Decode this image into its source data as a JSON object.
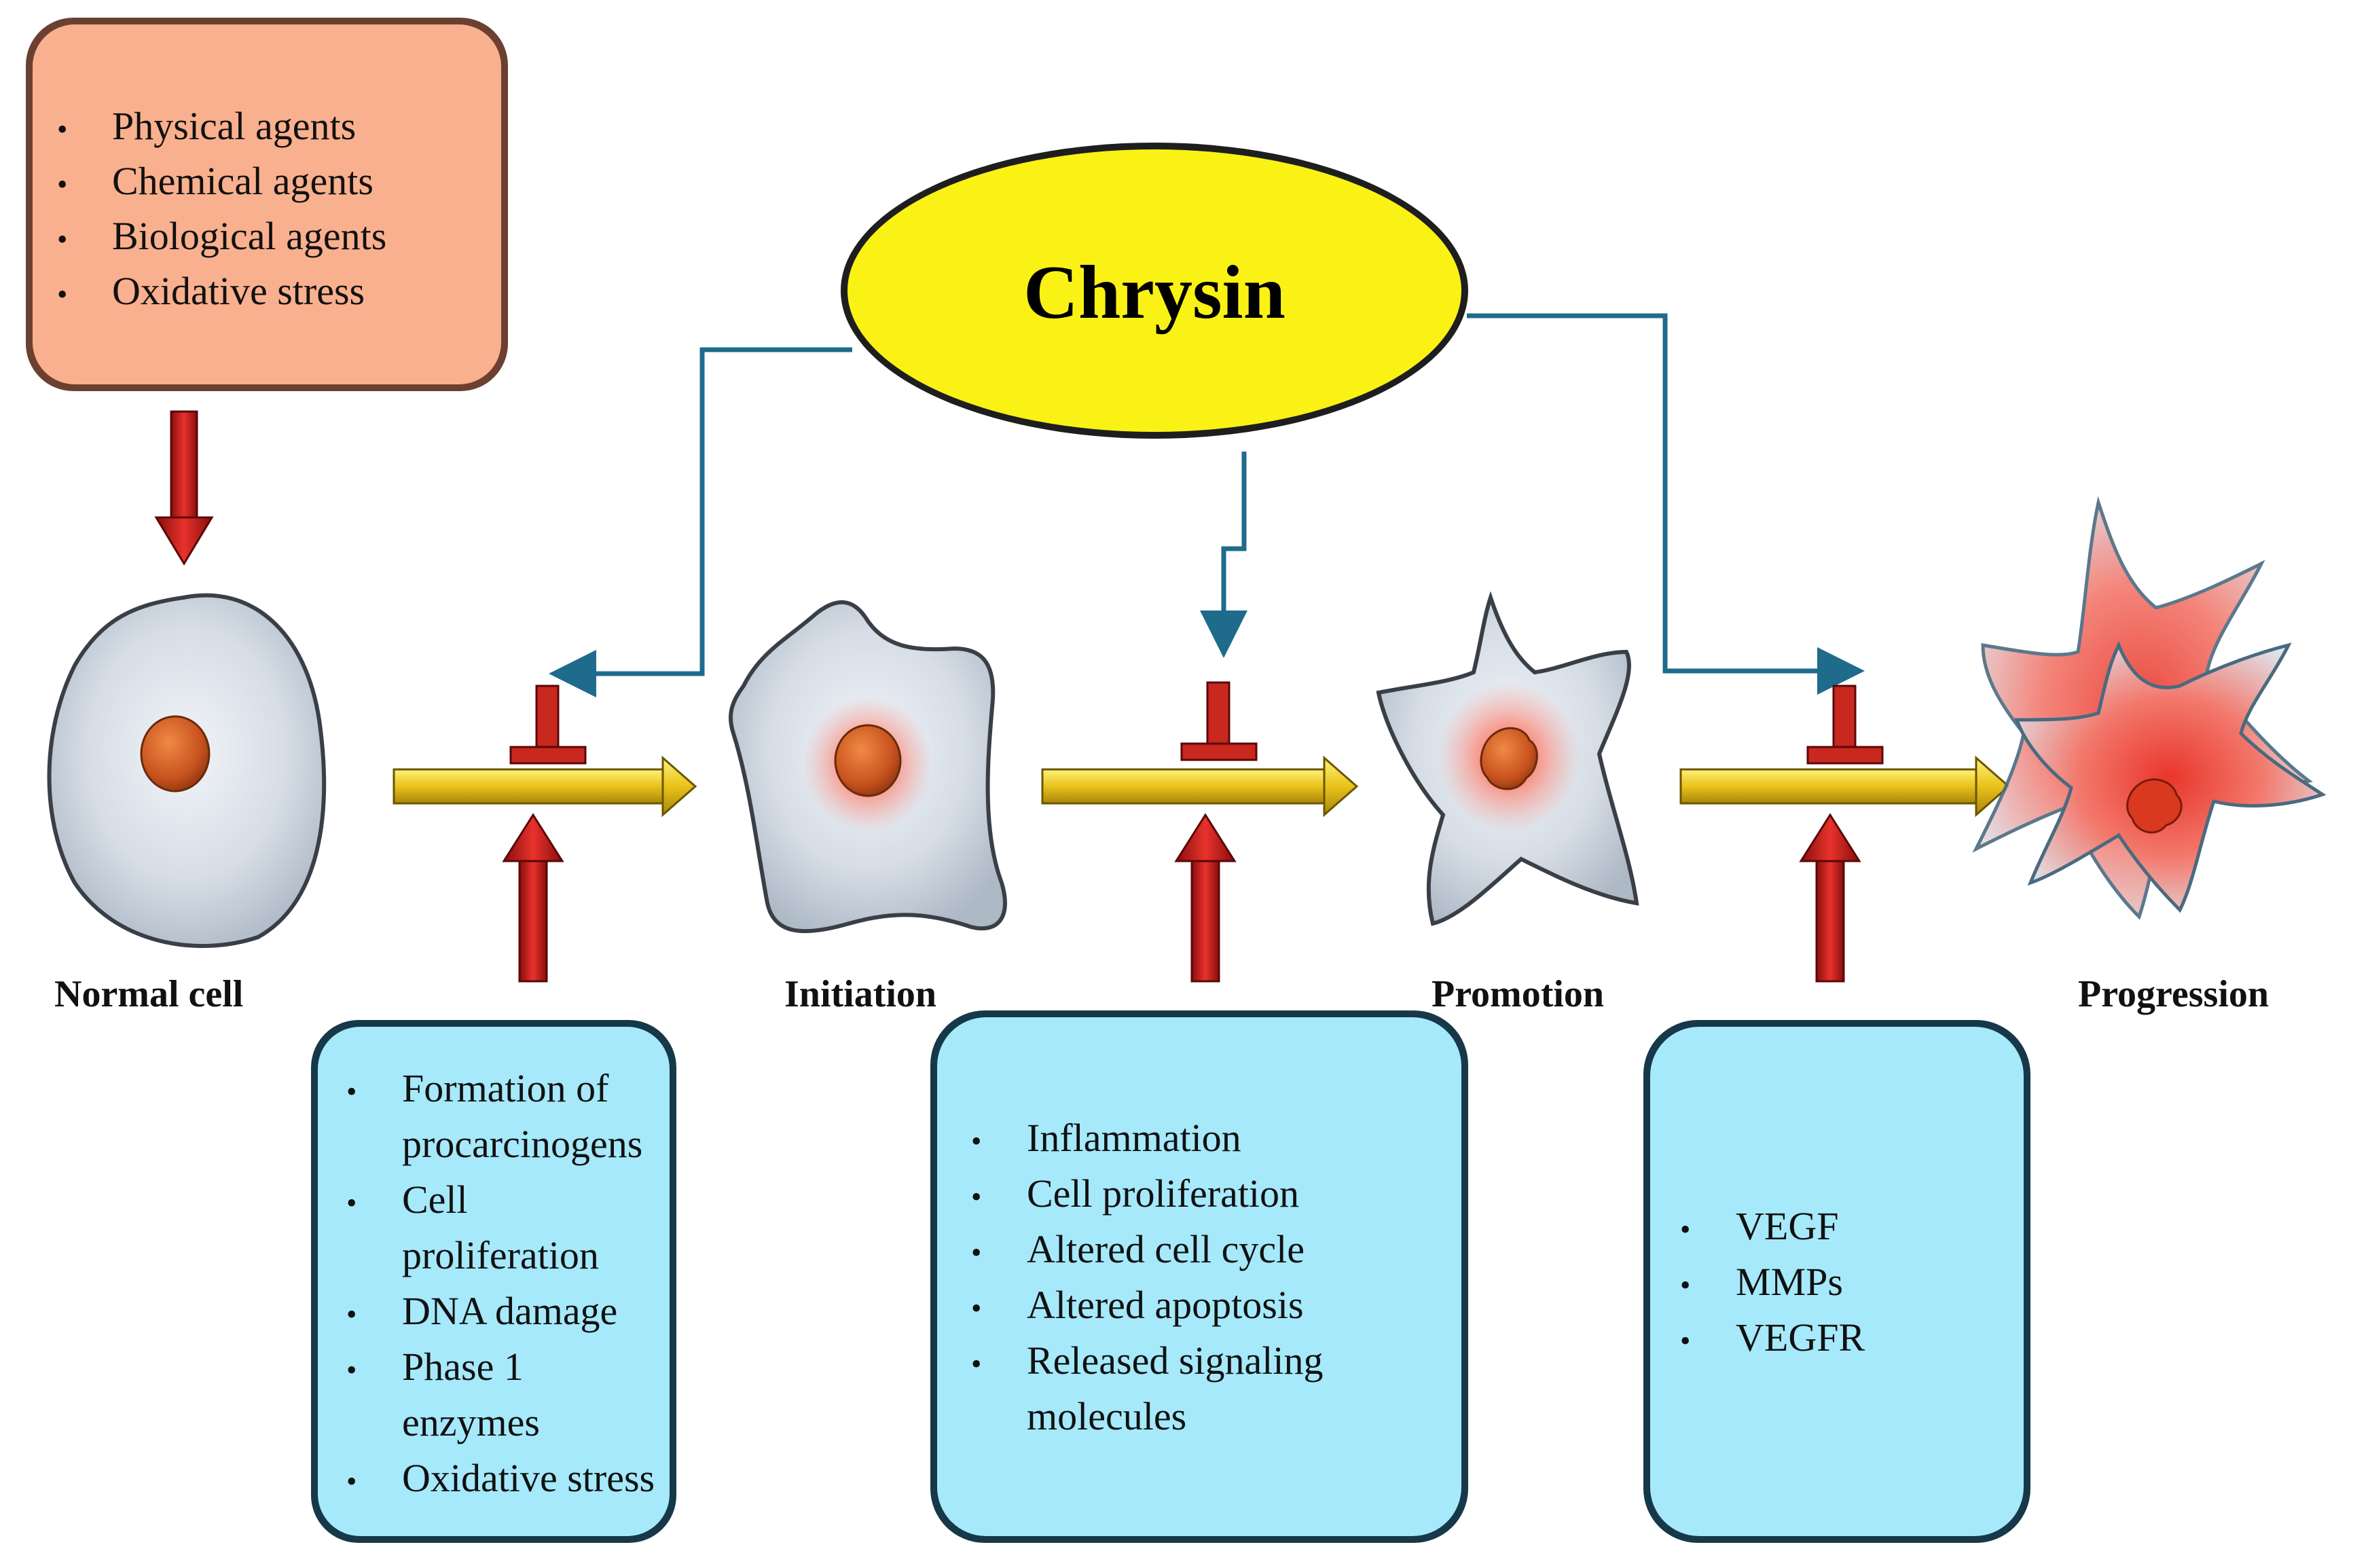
{
  "chrysin": {
    "label": "Chrysin"
  },
  "stages": {
    "normal": "Normal cell",
    "initiation": "Initiation",
    "promotion": "Promotion",
    "progression": "Progression"
  },
  "risk_factors": {
    "items": [
      "Physical agents",
      "Chemical agents",
      "Biological agents",
      "Oxidative stress"
    ]
  },
  "initiation_factors": {
    "lines": [
      {
        "bullet": true,
        "text": "Formation of"
      },
      {
        "bullet": false,
        "text": "procarcinogens"
      },
      {
        "bullet": true,
        "text": "Cell"
      },
      {
        "bullet": false,
        "text": "proliferation"
      },
      {
        "bullet": true,
        "text": "DNA damage"
      },
      {
        "bullet": true,
        "text": "Phase 1"
      },
      {
        "bullet": false,
        "text": "enzymes"
      },
      {
        "bullet": true,
        "text": "Oxidative stress"
      }
    ]
  },
  "promotion_factors": {
    "items": [
      "Inflammation",
      "Cell proliferation",
      "Altered cell cycle",
      "Altered apoptosis",
      "Released signaling",
      "molecules"
    ]
  },
  "progression_factors": {
    "items": [
      "VEGF",
      "MMPs",
      "VEGFR"
    ]
  },
  "colors": {
    "risk_box_fill": "#F9B08E",
    "factor_box_fill": "#A6E9FB",
    "chrysin_fill": "#FAF215",
    "connector": "#1F6B8C",
    "red_arrow": "#D21E1E",
    "gold_arrow": "#E9C21A",
    "inhibitor": "#C8281E",
    "nucleus": "#D9662A"
  }
}
